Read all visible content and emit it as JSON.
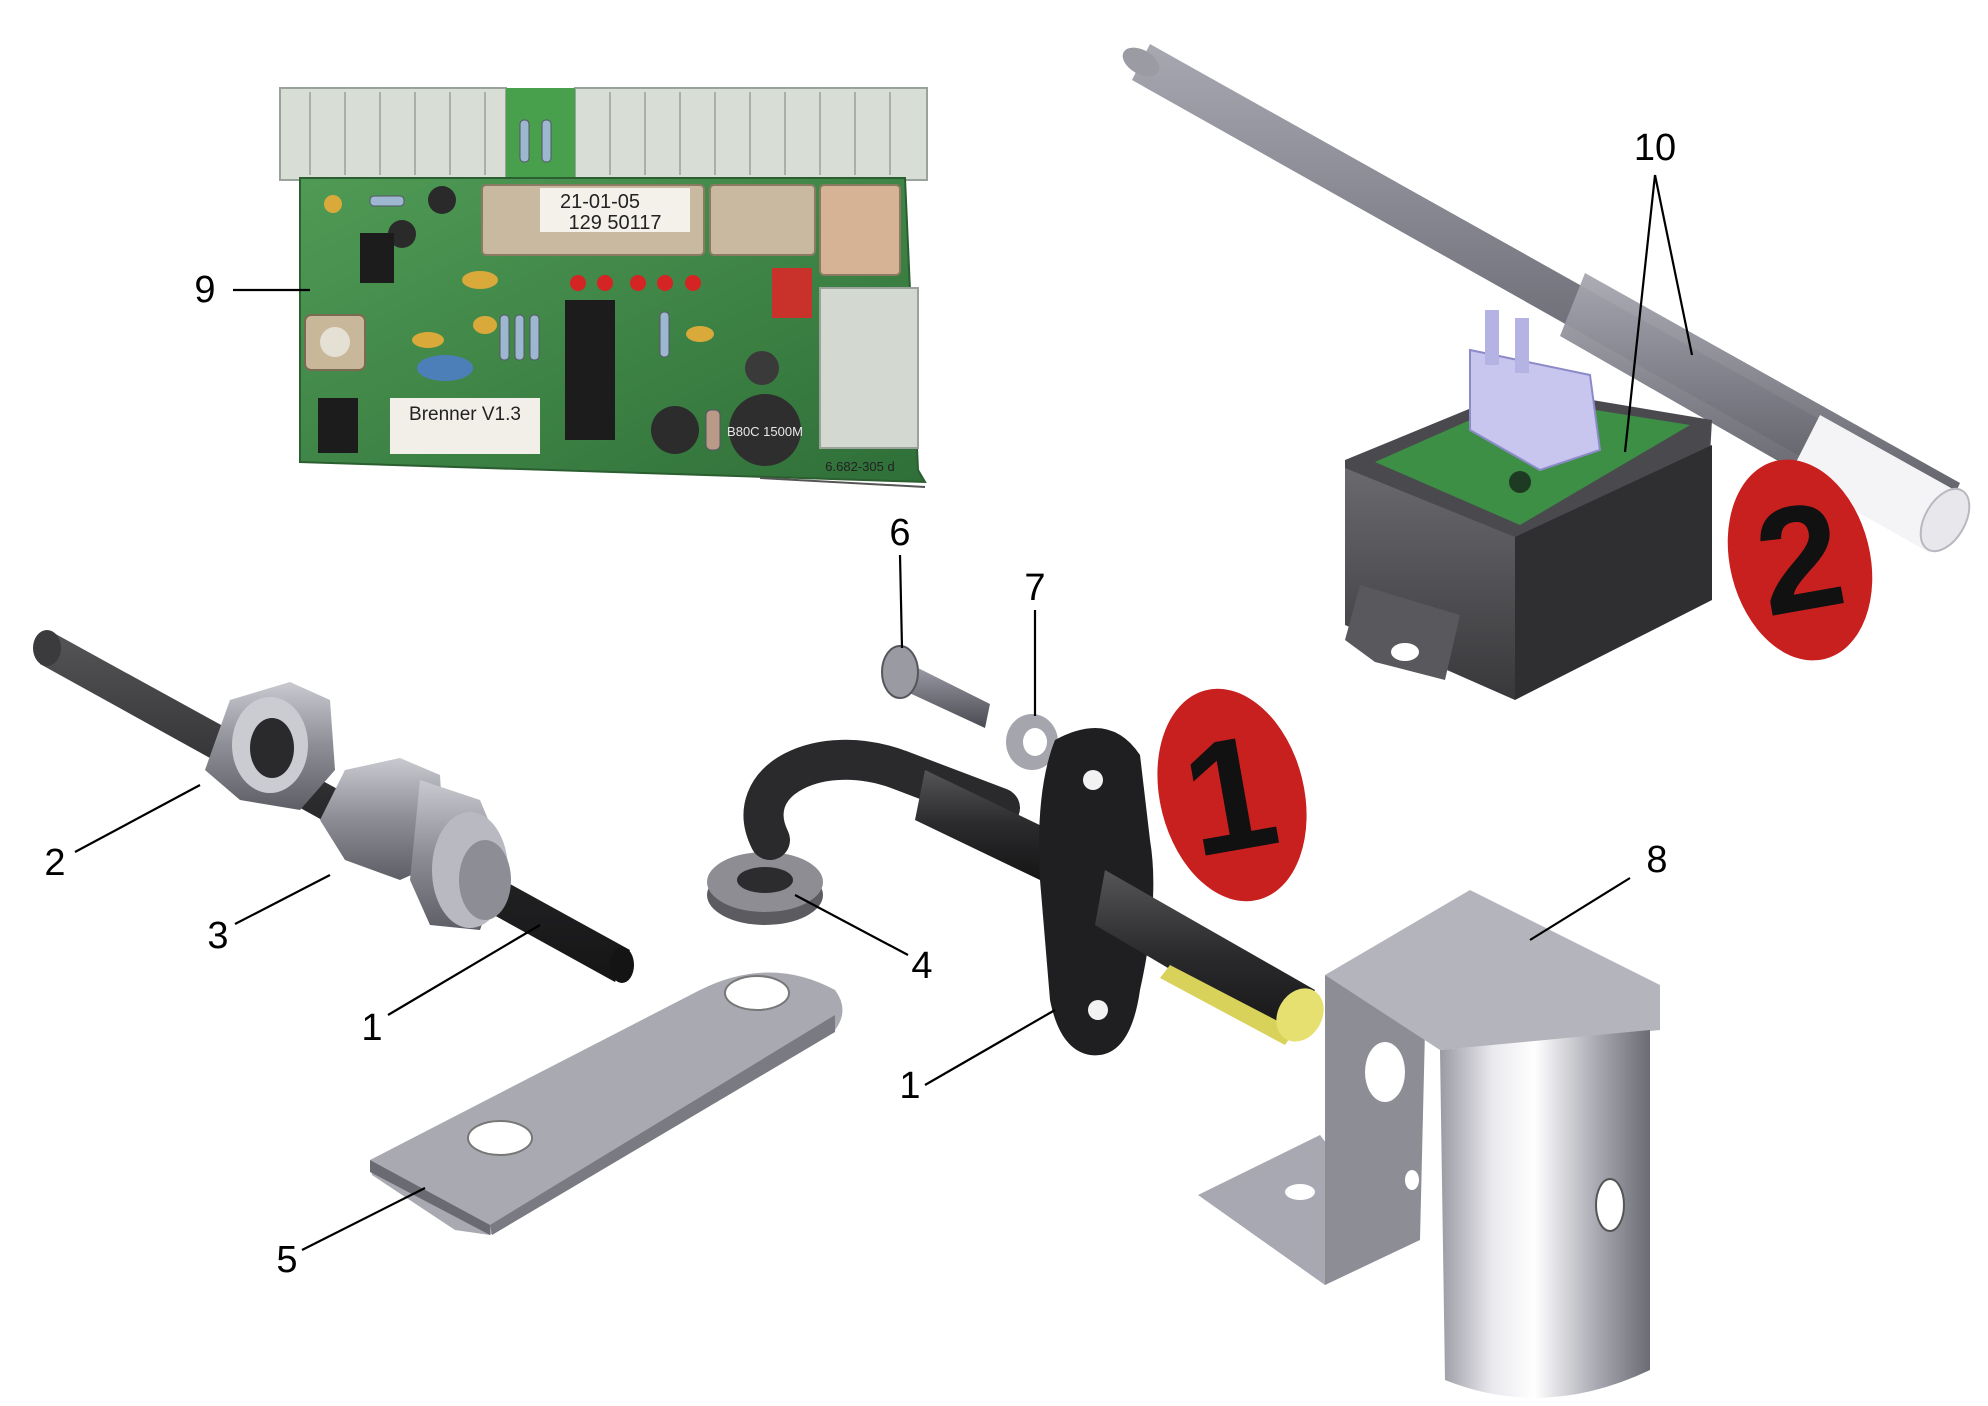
{
  "callouts": {
    "c1a": "1",
    "c1b": "1",
    "c2": "2",
    "c3": "3",
    "c4": "4",
    "c5": "5",
    "c6": "6",
    "c7": "7",
    "c8": "8",
    "c9": "9",
    "c10": "10"
  },
  "badges": {
    "b1": "1",
    "b2": "2"
  },
  "pcb": {
    "label_date": "21-01-05",
    "label_number": "129   50117",
    "label_version": "Brenner V1.3",
    "capacitor_text": "B80C 1500M",
    "board_code": "6.682-305 d"
  },
  "colors": {
    "badge_red": "#c8201e",
    "pcb_green": "#3f8a48",
    "metal_grey": "#8e8e98",
    "sensor_black": "#2c2c2e",
    "tip_yellow": "#e6e070"
  }
}
